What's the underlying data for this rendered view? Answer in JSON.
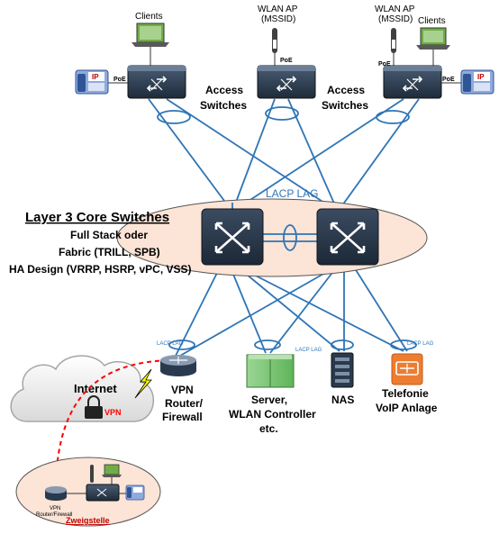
{
  "labels": {
    "clients_left": "Clients",
    "clients_right": "Clients",
    "wlan_ap_center": "WLAN AP",
    "mssid_center": "(MSSID)",
    "wlan_ap_right": "WLAN AP",
    "mssid_right": "(MSSID)",
    "poe": "PoE",
    "ip": "IP",
    "access_left_1": "Access",
    "access_left_2": "Switches",
    "access_right_1": "Access",
    "access_right_2": "Switches",
    "lacp_lag_core": "LACP LAG",
    "core_title": "Layer 3 Core Switches",
    "core_line1": "Full Stack oder",
    "core_line2": "Fabric (TRILL, SPB)",
    "core_line3": "HA Design (VRRP, HSRP, vPC, VSS)",
    "lacp_lag_small": "LACP LAG",
    "internet": "Internet",
    "vpn": "VPN",
    "vpn_router_1": "VPN",
    "vpn_router_2": "Router/",
    "vpn_router_3": "Firewall",
    "server_1": "Server,",
    "server_2": "WLAN Controller",
    "server_3": "etc.",
    "nas": "NAS",
    "telefonie_1": "Telefonie",
    "telefonie_2": "VoIP Anlage",
    "branch_router_1": "VPN",
    "branch_router_2": "Router/Firewall",
    "zweigstelle": "Zweigstelle"
  },
  "colors": {
    "link": "#2e75b6",
    "device_dark": "#2a3a4e",
    "core_ellipse_fill": "#fce4d6",
    "client_green": "#70ad47",
    "server_green": "#7ec87a",
    "vpn_red": "#ff0000",
    "telefonie_orange": "#ed7d31",
    "zweigstelle_red": "#c00000"
  }
}
